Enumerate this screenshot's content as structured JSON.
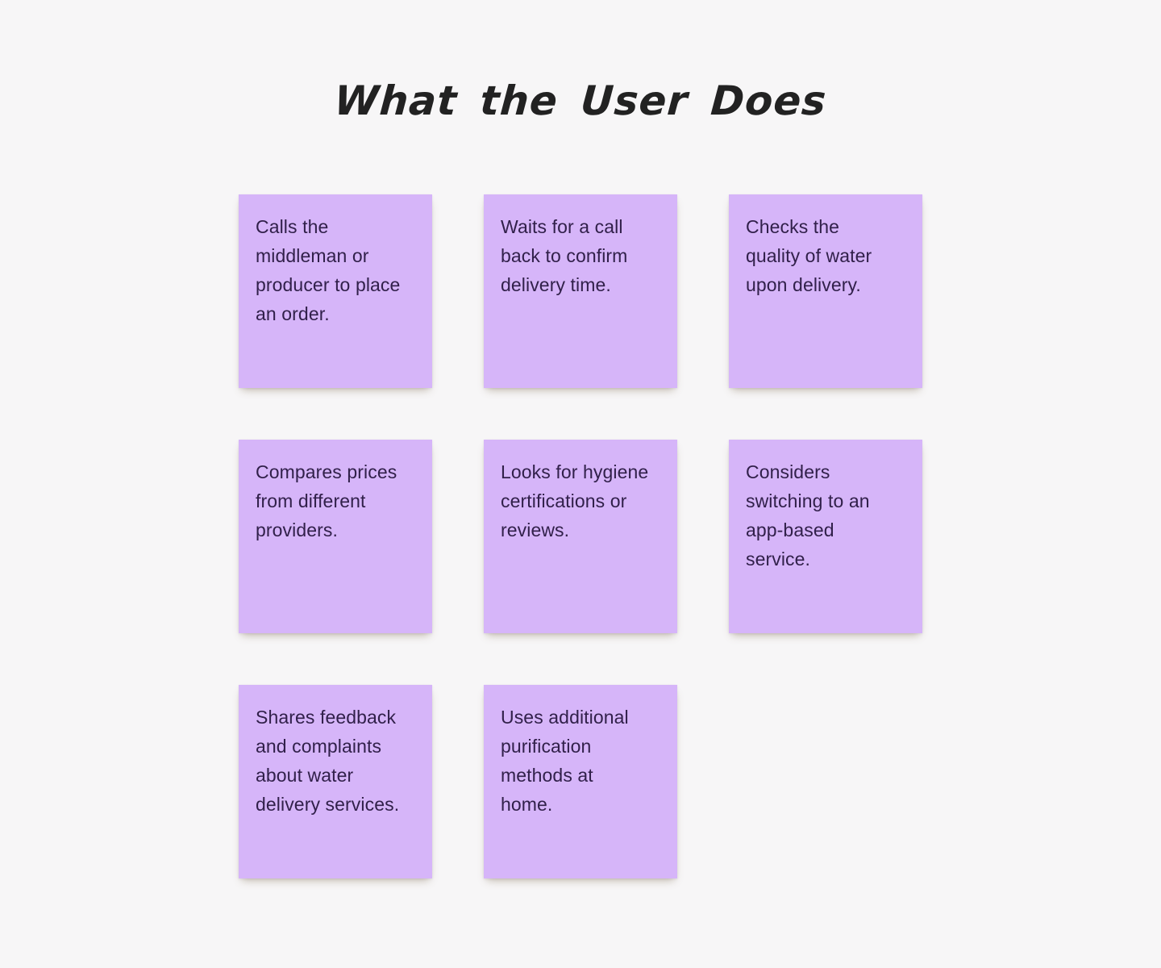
{
  "board": {
    "title": "What the User Does",
    "colors": {
      "background": "#f7f6f7",
      "sticky_fill": "#d6b5f9",
      "sticky_text": "#31204a",
      "title_text": "#222222"
    },
    "notes": [
      {
        "text": "Calls the\nmiddleman or\nproducer to place\nan order."
      },
      {
        "text": "Waits for a call\nback to confirm\ndelivery time."
      },
      {
        "text": "Checks the\nquality of water\nupon delivery."
      },
      {
        "text": "Compares prices\nfrom different\nproviders."
      },
      {
        "text": "Looks for hygiene\ncertifications or\nreviews."
      },
      {
        "text": "Considers\nswitching to an\napp-based\nservice."
      },
      {
        "text": "Shares feedback\nand complaints\nabout water\ndelivery services."
      },
      {
        "text": "Uses additional\npurification\nmethods at\nhome."
      }
    ]
  }
}
